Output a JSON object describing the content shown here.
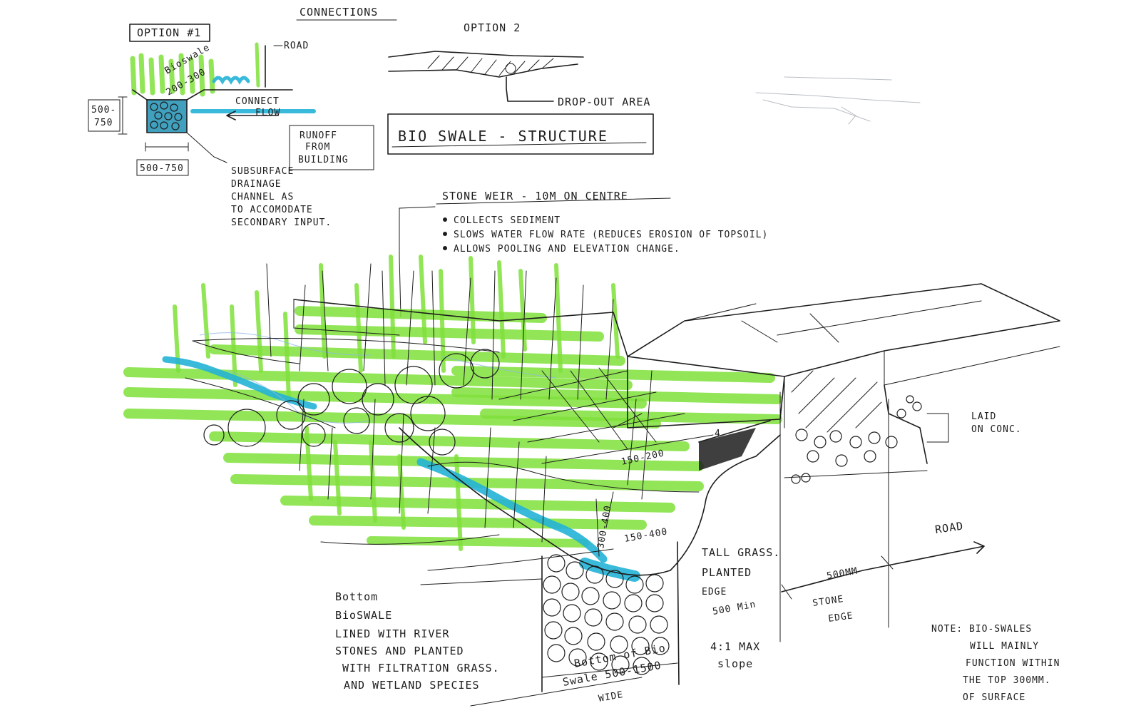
{
  "title_connections": "CONNECTIONS",
  "option1": {
    "label": "OPTION #1",
    "bioswale": "Bioswale",
    "depth": "200-300",
    "height_top": "500-",
    "height_bottom": "750",
    "width": "500-750",
    "road": "ROAD",
    "connect_1": "CONNECT",
    "connect_2": "FLOW",
    "runoff_1": "RUNOFF",
    "runoff_2": "FROM",
    "runoff_3": "BUILDING",
    "subsurface_1": "SUBSURFACE",
    "subsurface_2": "DRAINAGE",
    "subsurface_3": "CHANNEL AS",
    "subsurface_4": "TO ACCOMODATE",
    "subsurface_5": "SECONDARY INPUT."
  },
  "option2": {
    "label": "OPTION 2",
    "dropout": "DROP-OUT AREA"
  },
  "section_title": "BIO SWALE - STRUCTURE",
  "weir": {
    "title": "STONE WEIR - 10M ON CENTRE",
    "bullets": [
      "COLLECTS SEDIMENT",
      "SLOWS WATER FLOW RATE (REDUCES EROSION OF TOPSOIL)",
      "ALLOWS POOLING AND ELEVATION CHANGE."
    ]
  },
  "dims": {
    "d1": "150-200",
    "d2": "150-400",
    "d3": "300-400",
    "d4": "4",
    "d5": "500MM",
    "d6": "500 Min"
  },
  "labels": {
    "laid_1": "LAID",
    "laid_2": "ON CONC.",
    "road": "ROAD",
    "tall_1": "TALL GRASS.",
    "tall_2": "PLANTED",
    "tall_3": "EDGE",
    "slope_1": "4:1 MAX",
    "slope_2": "slope",
    "stone_1": "STONE",
    "stone_2": "EDGE",
    "bottom_of_1": "Bottom of Bio",
    "bottom_of_2": "Swale 500-1500",
    "bottom_of_3": "WIDE"
  },
  "bottom_note": [
    "Bottom",
    "BioSWALE",
    "LINED WITH RIVER",
    "STONES AND PLANTED",
    "WITH FILTRATION GRASS.",
    "AND WETLAND SPECIES"
  ],
  "note": [
    "NOTE: BIO-SWALES",
    "WILL MAINLY",
    "FUNCTION WITHIN",
    "THE TOP 300MM.",
    "OF SURFACE"
  ],
  "colors": {
    "ink": "#1d1d1d",
    "grass_marker": "#7fe03a",
    "water_marker": "#23b2d6"
  }
}
